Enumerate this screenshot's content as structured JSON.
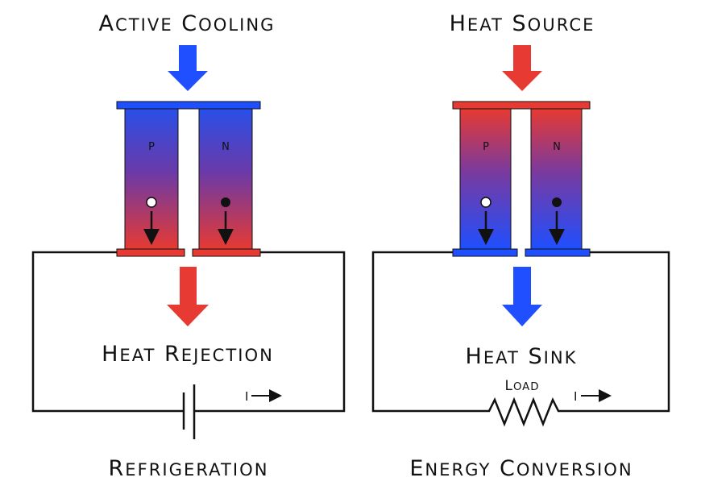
{
  "left": {
    "top_label": "Active Cooling",
    "bottom_label": "Heat Rejection",
    "caption": "Refrigeration",
    "p_label": "P",
    "n_label": "N",
    "current_label": "I",
    "top_arrow_color": "#1f4fff",
    "bottom_arrow_color": "#e63a32"
  },
  "right": {
    "top_label": "Heat Source",
    "bottom_label": "Heat Sink",
    "caption": "Energy Conversion",
    "load_label": "Load",
    "p_label": "P",
    "n_label": "N",
    "current_label": "I",
    "top_arrow_color": "#e63a32",
    "bottom_arrow_color": "#1f4fff"
  },
  "colors": {
    "hot": "#e63a32",
    "cold": "#1f4fff",
    "wire": "#111111"
  }
}
